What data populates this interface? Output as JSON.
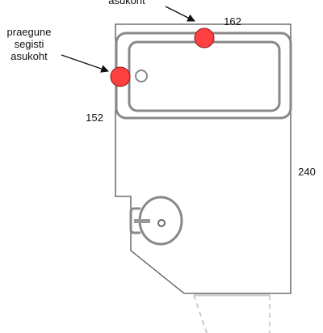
{
  "labels": {
    "top_callout_line1": "asukoht",
    "left_callout_line1": "praegune",
    "left_callout_line2": "segisti",
    "left_callout_line3": "asukoht"
  },
  "dimensions": {
    "top_width": "162",
    "side_height": "240",
    "tub_height": "152"
  },
  "colors": {
    "wall": "#555555",
    "fixture": "#888888",
    "door": "#cccccc",
    "marker": "#ff4040",
    "marker_outline": "#8a1a1a",
    "text": "#111111"
  }
}
